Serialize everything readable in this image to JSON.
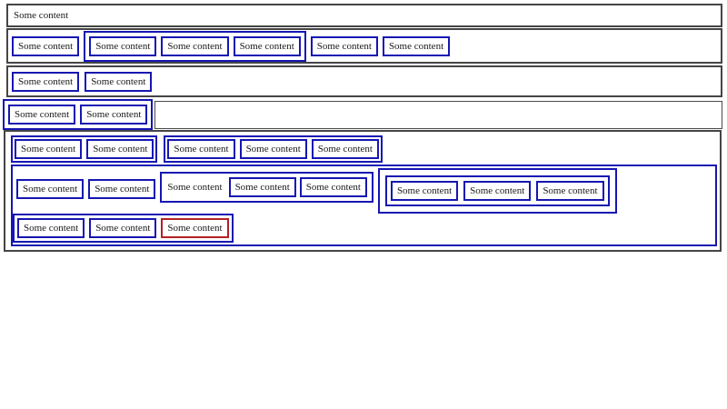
{
  "page": {
    "colors": {
      "row_border": "#454545",
      "blue_border": "#1616b2",
      "red_border": "#b22222",
      "text": "#1a1a1a",
      "background": "#ffffff"
    }
  },
  "rows": {
    "row1": {
      "text": "Some content"
    },
    "row2": {
      "item1": "Some content",
      "group": {
        "items": [
          "Some content",
          "Some content",
          "Some content"
        ]
      },
      "item2": "Some content",
      "item3": "Some content"
    },
    "row3": {
      "items": [
        "Some content",
        "Some content"
      ]
    },
    "row4": {
      "group": {
        "items": [
          "Some content",
          "Some content"
        ]
      }
    }
  },
  "section": {
    "row1": {
      "group1": {
        "items": [
          "Some content",
          "Some content"
        ]
      },
      "group2": {
        "items": [
          "Some content",
          "Some content",
          "Some content"
        ]
      }
    },
    "panel": {
      "row1": {
        "item1": "Some content",
        "item2": "Some content",
        "sub": {
          "text": "Some content",
          "items": [
            "Some content",
            "Some content"
          ]
        },
        "nested": {
          "items": [
            "Some content",
            "Some content",
            "Some content"
          ]
        }
      },
      "row2": {
        "group": {
          "items": [
            "Some content",
            "Some content",
            "Some content"
          ]
        }
      }
    }
  }
}
